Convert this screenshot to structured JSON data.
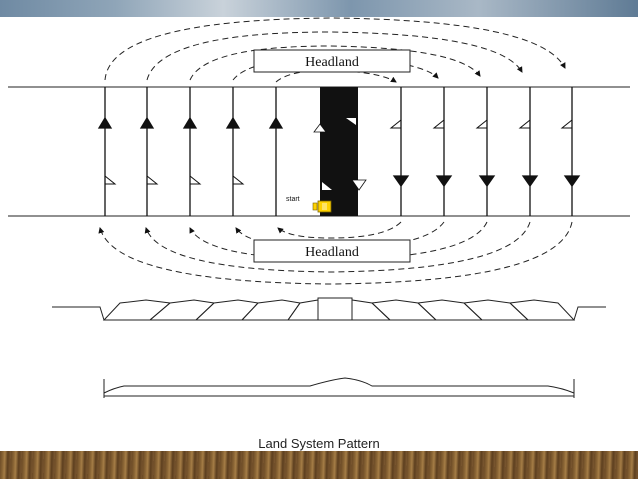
{
  "headland_top": "Headland",
  "headland_bottom": "Headland",
  "start_label": "start",
  "caption": "Land System Pattern"
}
